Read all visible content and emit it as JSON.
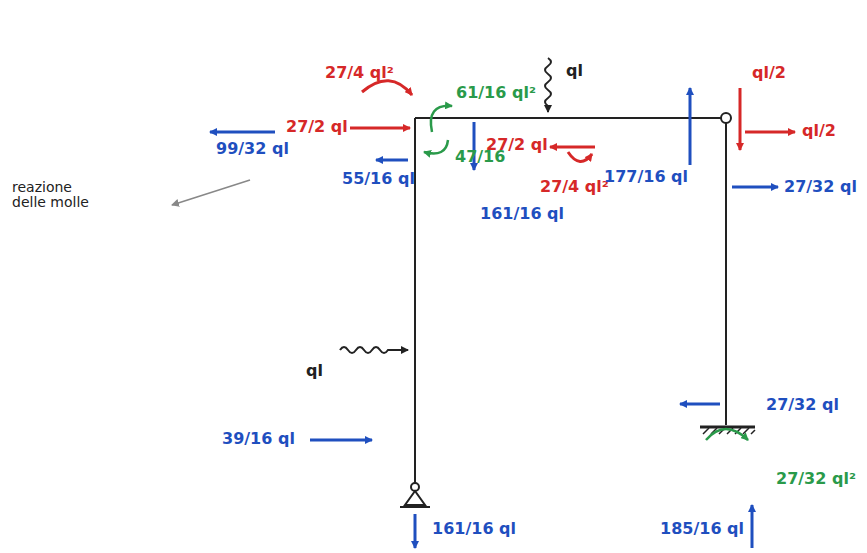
{
  "diagram": {
    "labels": [
      "27/4 ql²",
      "27/2 ql",
      "61/16 ql²",
      "ql",
      "ql/2",
      "ql/2",
      "99/32 ql",
      "reazione delle molle",
      "55/16 ql",
      "47/16",
      "161/16 ql",
      "27/2 ql",
      "27/4 ql²",
      "177/16 ql",
      "27/32 ql",
      "ql",
      "27/32 ql",
      "39/16 ql",
      "161/16 ql",
      "185/16 ql",
      "27/32 ql²"
    ]
  }
}
